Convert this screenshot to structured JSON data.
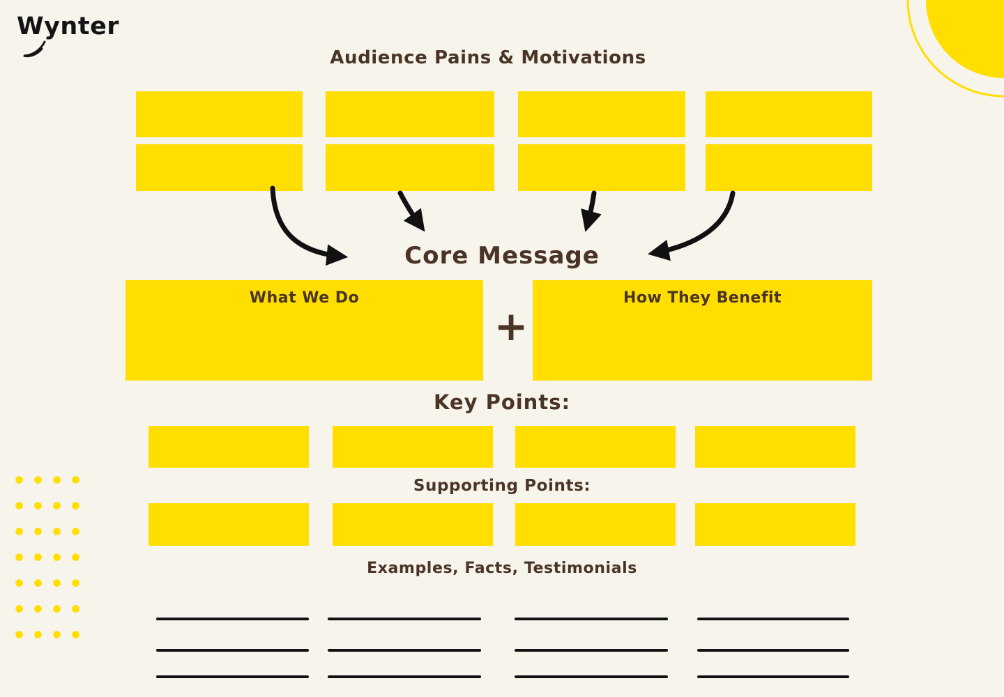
{
  "brand": {
    "name": "Wynter"
  },
  "colors": {
    "background": "#F7F4EC",
    "accent_yellow": "#FFDE00",
    "heading_brown": "#4A3426",
    "ink_black": "#111111"
  },
  "diagram": {
    "audience_section": {
      "title": "Audience Pains & Motivations",
      "placeholder_boxes": 8
    },
    "core_section": {
      "title": "Core Message",
      "what_we_do_label": "What We Do",
      "plus_sign": "+",
      "how_they_benefit_label": "How They Benefit"
    },
    "key_points_section": {
      "title": "Key Points:",
      "placeholder_boxes": 4
    },
    "supporting_section": {
      "title": "Supporting Points:",
      "placeholder_boxes": 4
    },
    "examples_section": {
      "title": "Examples, Facts, Testimonials",
      "line_groups": 4,
      "lines_per_group": 3
    }
  }
}
